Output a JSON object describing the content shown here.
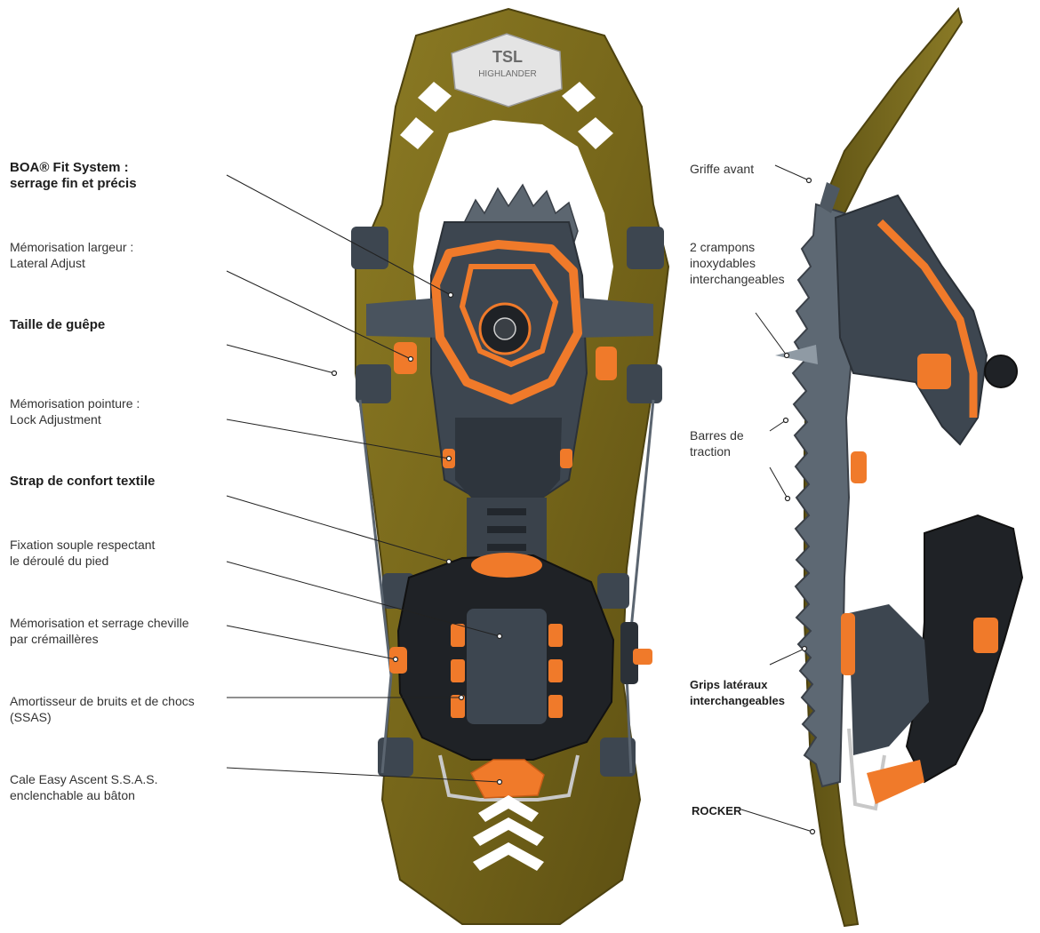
{
  "colors": {
    "frame": "#7a6a1c",
    "frame_dark": "#5a4d12",
    "binding": "#3d4650",
    "binding_dark": "#2b3138",
    "accent": "#f07a2a",
    "strap": "#1f2226",
    "leader": "#222222"
  },
  "logo": {
    "brand": "TSL",
    "model": "HIGHLANDER"
  },
  "callouts_left": [
    {
      "lines": [
        "BOA® Fit System :",
        "serrage fin et précis"
      ],
      "bold": true
    },
    {
      "lines": [
        "Mémorisation largeur :",
        "Lateral Adjust"
      ],
      "bold": false
    },
    {
      "lines": [
        "Taille de guêpe"
      ],
      "bold": true
    },
    {
      "lines": [
        "Mémorisation pointure :",
        "Lock Adjustment"
      ],
      "bold": false
    },
    {
      "lines": [
        "Strap de confort textile"
      ],
      "bold": true
    },
    {
      "lines": [
        "Fixation souple respectant",
        "le déroulé du pied"
      ],
      "bold": false
    },
    {
      "lines": [
        "Mémorisation et serrage cheville",
        "par crémaillères"
      ],
      "bold": false
    },
    {
      "lines": [
        "Amortisseur de bruits et de chocs",
        "(SSAS)"
      ],
      "bold": false
    },
    {
      "lines": [
        "Cale Easy Ascent S.S.A.S.",
        "enclenchable au bâton"
      ],
      "bold": false
    }
  ],
  "callouts_right": [
    {
      "lines": [
        "Griffe avant"
      ],
      "bold": false
    },
    {
      "lines": [
        "2 crampons",
        "inoxydables",
        "interchangeables"
      ],
      "bold": false
    },
    {
      "lines": [
        "Barres de",
        "traction"
      ],
      "bold": false
    },
    {
      "lines": [
        "Grips latéraux",
        "interchangeables"
      ],
      "bold": true
    },
    {
      "lines": [
        "ROCKER"
      ],
      "bold": true
    }
  ]
}
